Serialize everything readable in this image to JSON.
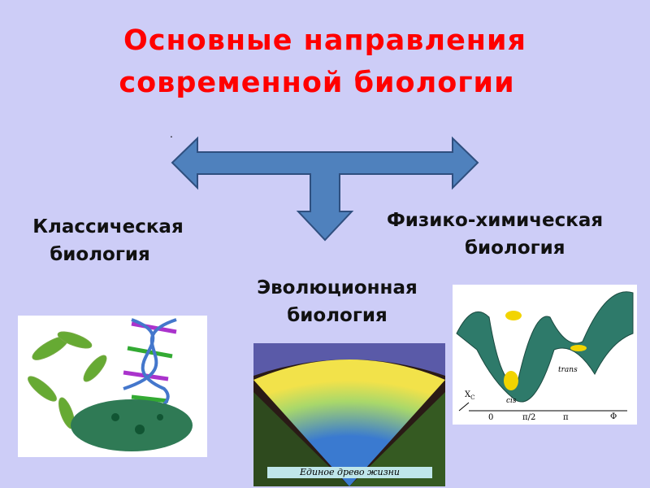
{
  "slide": {
    "title_line1": "Основные направления",
    "title_line2": "современной  биологии",
    "dot": ".",
    "branches": [
      {
        "line1": "Классическая",
        "line2": "биология"
      },
      {
        "line1": "Эволюционная",
        "line2": "биология"
      },
      {
        "line1": "Физико-химическая",
        "line2": "биология"
      }
    ],
    "evolution_caption": "Единое древо жизни",
    "graph_labels": {
      "trans": "trans",
      "cis": "cis",
      "xc": "X",
      "xc_sub": "C",
      "tick0": "0",
      "tick_pi2": "π/2",
      "tick_pi": "π",
      "phi": "Φ"
    },
    "colors": {
      "background": "#cdcdf7",
      "title": "#ff0000",
      "arrow": "#4f81bd"
    }
  }
}
